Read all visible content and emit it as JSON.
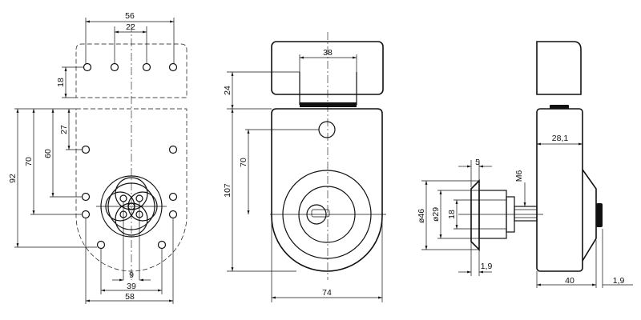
{
  "dimensions": {
    "plate_width": "56",
    "hole_spacing": "22",
    "top_offset": "18",
    "hole_depth": "27",
    "hole_depth_2": "60",
    "height_70": "70",
    "total_height": "92",
    "center_spacing": "9",
    "bottom_spacing": "39",
    "bottom_width": "58",
    "slot_width": "38",
    "cap_height": "24",
    "body_height": "107",
    "body_70": "70",
    "body_width": "74",
    "flange_thickness": "5",
    "thread": "M6",
    "dia_46": "ø46",
    "dia_29": "ø29",
    "size_18": "18",
    "offset_1_9": "1,9",
    "side_depth": "28,1",
    "side_40": "40",
    "side_1_9": "1,9"
  }
}
